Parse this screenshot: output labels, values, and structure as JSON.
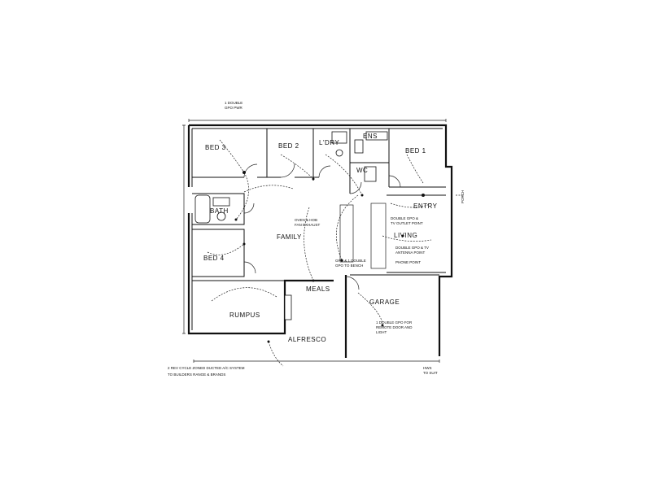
{
  "rooms": {
    "bed3": "BED 3",
    "bed2": "BED 2",
    "ldry": "L'DRY",
    "ens": "ENS",
    "wc": "WC",
    "bed1": "BED 1",
    "bath": "BATH",
    "bed4": "BED 4",
    "family": "FAMILY",
    "entry": "ENTRY",
    "living": "LIVING",
    "meals": "MEALS",
    "rumpus": "RUMPUS",
    "garage": "GARAGE",
    "alfresco": "ALFRESCO",
    "porch": "PORCH"
  },
  "notes": {
    "ducted_line1": "2 REV CYCLE ZONED DUCTED A/C SYSTEM",
    "ducted_line2": "TO BUILDERS RANGE & BRANDS",
    "top_left": "1 DOUBLE",
    "top_left2": "GPO PWR",
    "kitchen_left": "OVEN & HOB",
    "kitchen_left2": "FAN EXHAUST",
    "entry_note": "DOUBLE GPO &",
    "entry_note2": "TV OUTLET POINT",
    "living_note": "DOUBLE GPO & TV",
    "living_note2": "ANTENNA POINT",
    "living_note3": "PHONE POINT",
    "bench_note": "GPO & 1 DOUBLE",
    "bench_note2": "GPO TO BENCH",
    "garage_note": "1 DOUBLE GPO FOR",
    "garage_note2": "REMOTE DOOR AND",
    "garage_note3": "LIGHT",
    "bottom_right": "HWS",
    "bottom_right2": "TO SUIT"
  }
}
